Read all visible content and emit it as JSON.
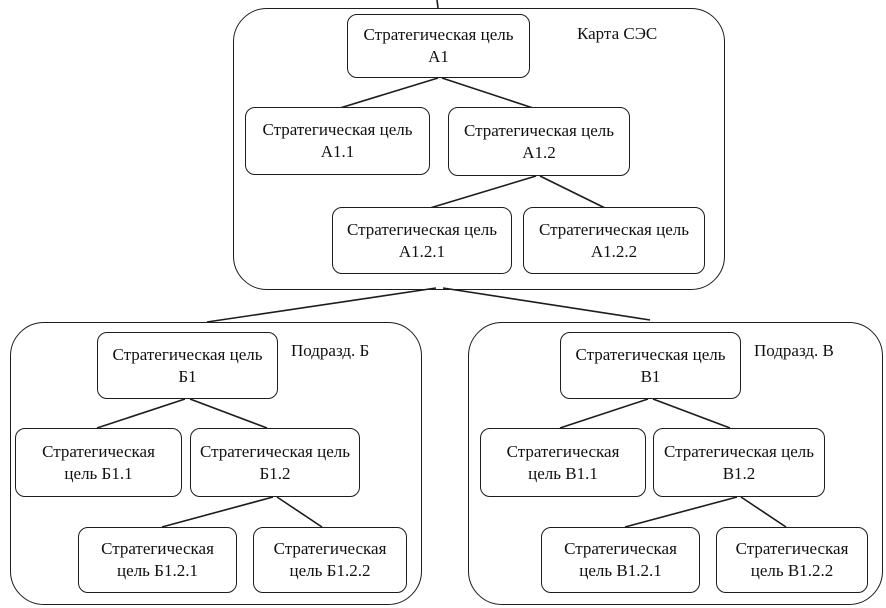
{
  "diagram": {
    "groups": {
      "ses": {
        "label": "Карта СЭС",
        "nodes": {
          "n1": "Стратегическая цель А1",
          "n11": "Стратегическая цель А1.1",
          "n12": "Стратегическая цель А1.2",
          "n121": "Стратегическая цель А1.2.1",
          "n122": "Стратегическая цель А1.2.2"
        }
      },
      "b": {
        "label": "Подразд. Б",
        "nodes": {
          "n1": "Стратегическая цель Б1",
          "n11": "Стратегическая цель Б1.1",
          "n12": "Стратегическая цель Б1.2",
          "n121": "Стратегическая цель Б1.2.1",
          "n122": "Стратегическая цель Б1.2.2"
        }
      },
      "v": {
        "label": "Подразд. В",
        "nodes": {
          "n1": "Стратегическая цель В1",
          "n11": "Стратегическая цель В1.1",
          "n12": "Стратегическая цель В1.2",
          "n121": "Стратегическая цель В1.2.1",
          "n122": "Стратегическая цель В1.2.2"
        }
      }
    },
    "colors": {
      "stroke": "#1c1c1c",
      "text": "#111111",
      "background": "#ffffff"
    }
  }
}
